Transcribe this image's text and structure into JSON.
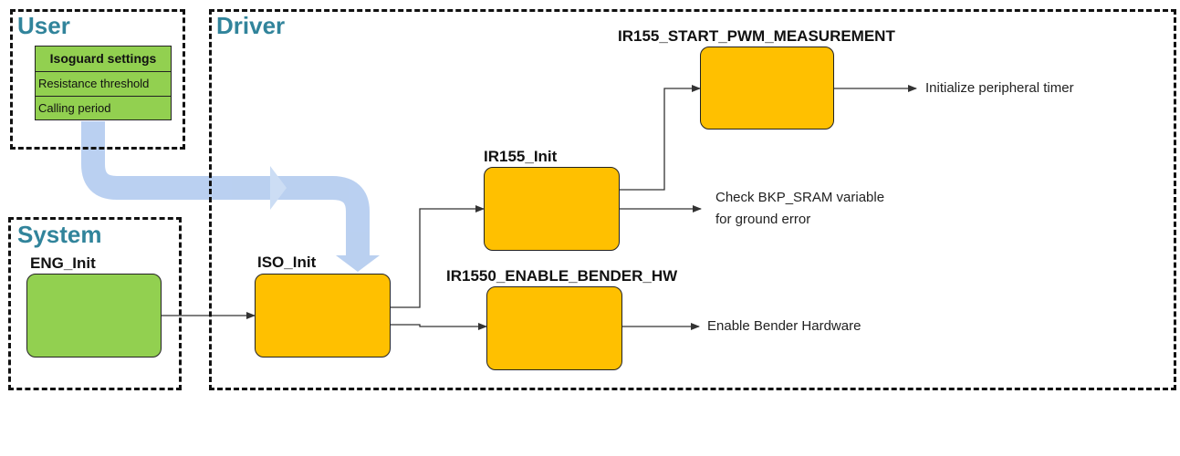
{
  "regions": {
    "user": "User",
    "system": "System",
    "driver": "Driver"
  },
  "settings": {
    "title": "Isoguard settings",
    "rows": [
      "Resistance threshold",
      "Calling period"
    ]
  },
  "blocks": {
    "eng_init": "ENG_Init",
    "iso_init": "ISO_Init",
    "ir155_init": "IR155_Init",
    "start_pwm": "IR155_START_PWM_MEASUREMENT",
    "enable_bender": "IR1550_ENABLE_BENDER_HW"
  },
  "notes": {
    "init_timer": "Initialize peripheral timer",
    "check_line1": "Check BKP_SRAM variable",
    "check_line2": "for ground error",
    "enable_hw": "Enable Bender Hardware"
  },
  "colors": {
    "region_title": "#31849b",
    "block_fill": "#ffc000",
    "green_fill": "#92d050",
    "flow_arrow": "#aec8ee"
  }
}
